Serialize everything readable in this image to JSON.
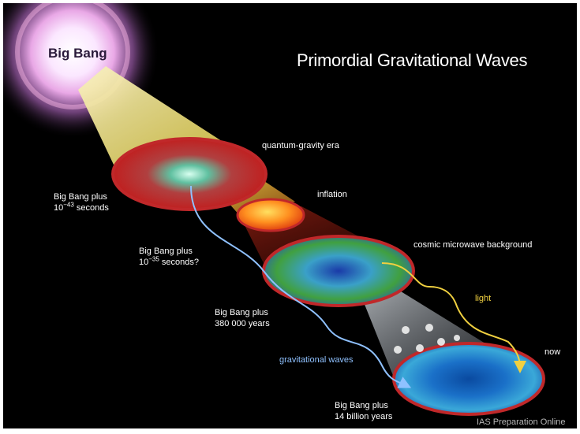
{
  "title": "Primordial Gravitational Waves",
  "big_bang_label": "Big Bang",
  "eras": {
    "quantum_gravity": "quantum-gravity era",
    "inflation": "inflation",
    "cmb": "cosmic microwave background",
    "now": "now"
  },
  "times": {
    "t1_line1": "Big Bang plus",
    "t1_base": "10",
    "t1_exp": "−43",
    "t1_unit": " seconds",
    "t2_line1": "Big Bang plus",
    "t2_base": "10",
    "t2_exp": "−35",
    "t2_unit": " seconds?",
    "t3_line1": "Big Bang plus",
    "t3_line2": "380 000 years",
    "t4_line1": "Big Bang plus",
    "t4_line2": "14 billion years"
  },
  "arrows": {
    "light": "light",
    "gravitational_waves": "gravitational waves"
  },
  "watermark": "IAS Preparation Online",
  "colors": {
    "light_arrow": "#f0d040",
    "gw_arrow": "#8fc1ff",
    "rim": "#c0282a"
  }
}
